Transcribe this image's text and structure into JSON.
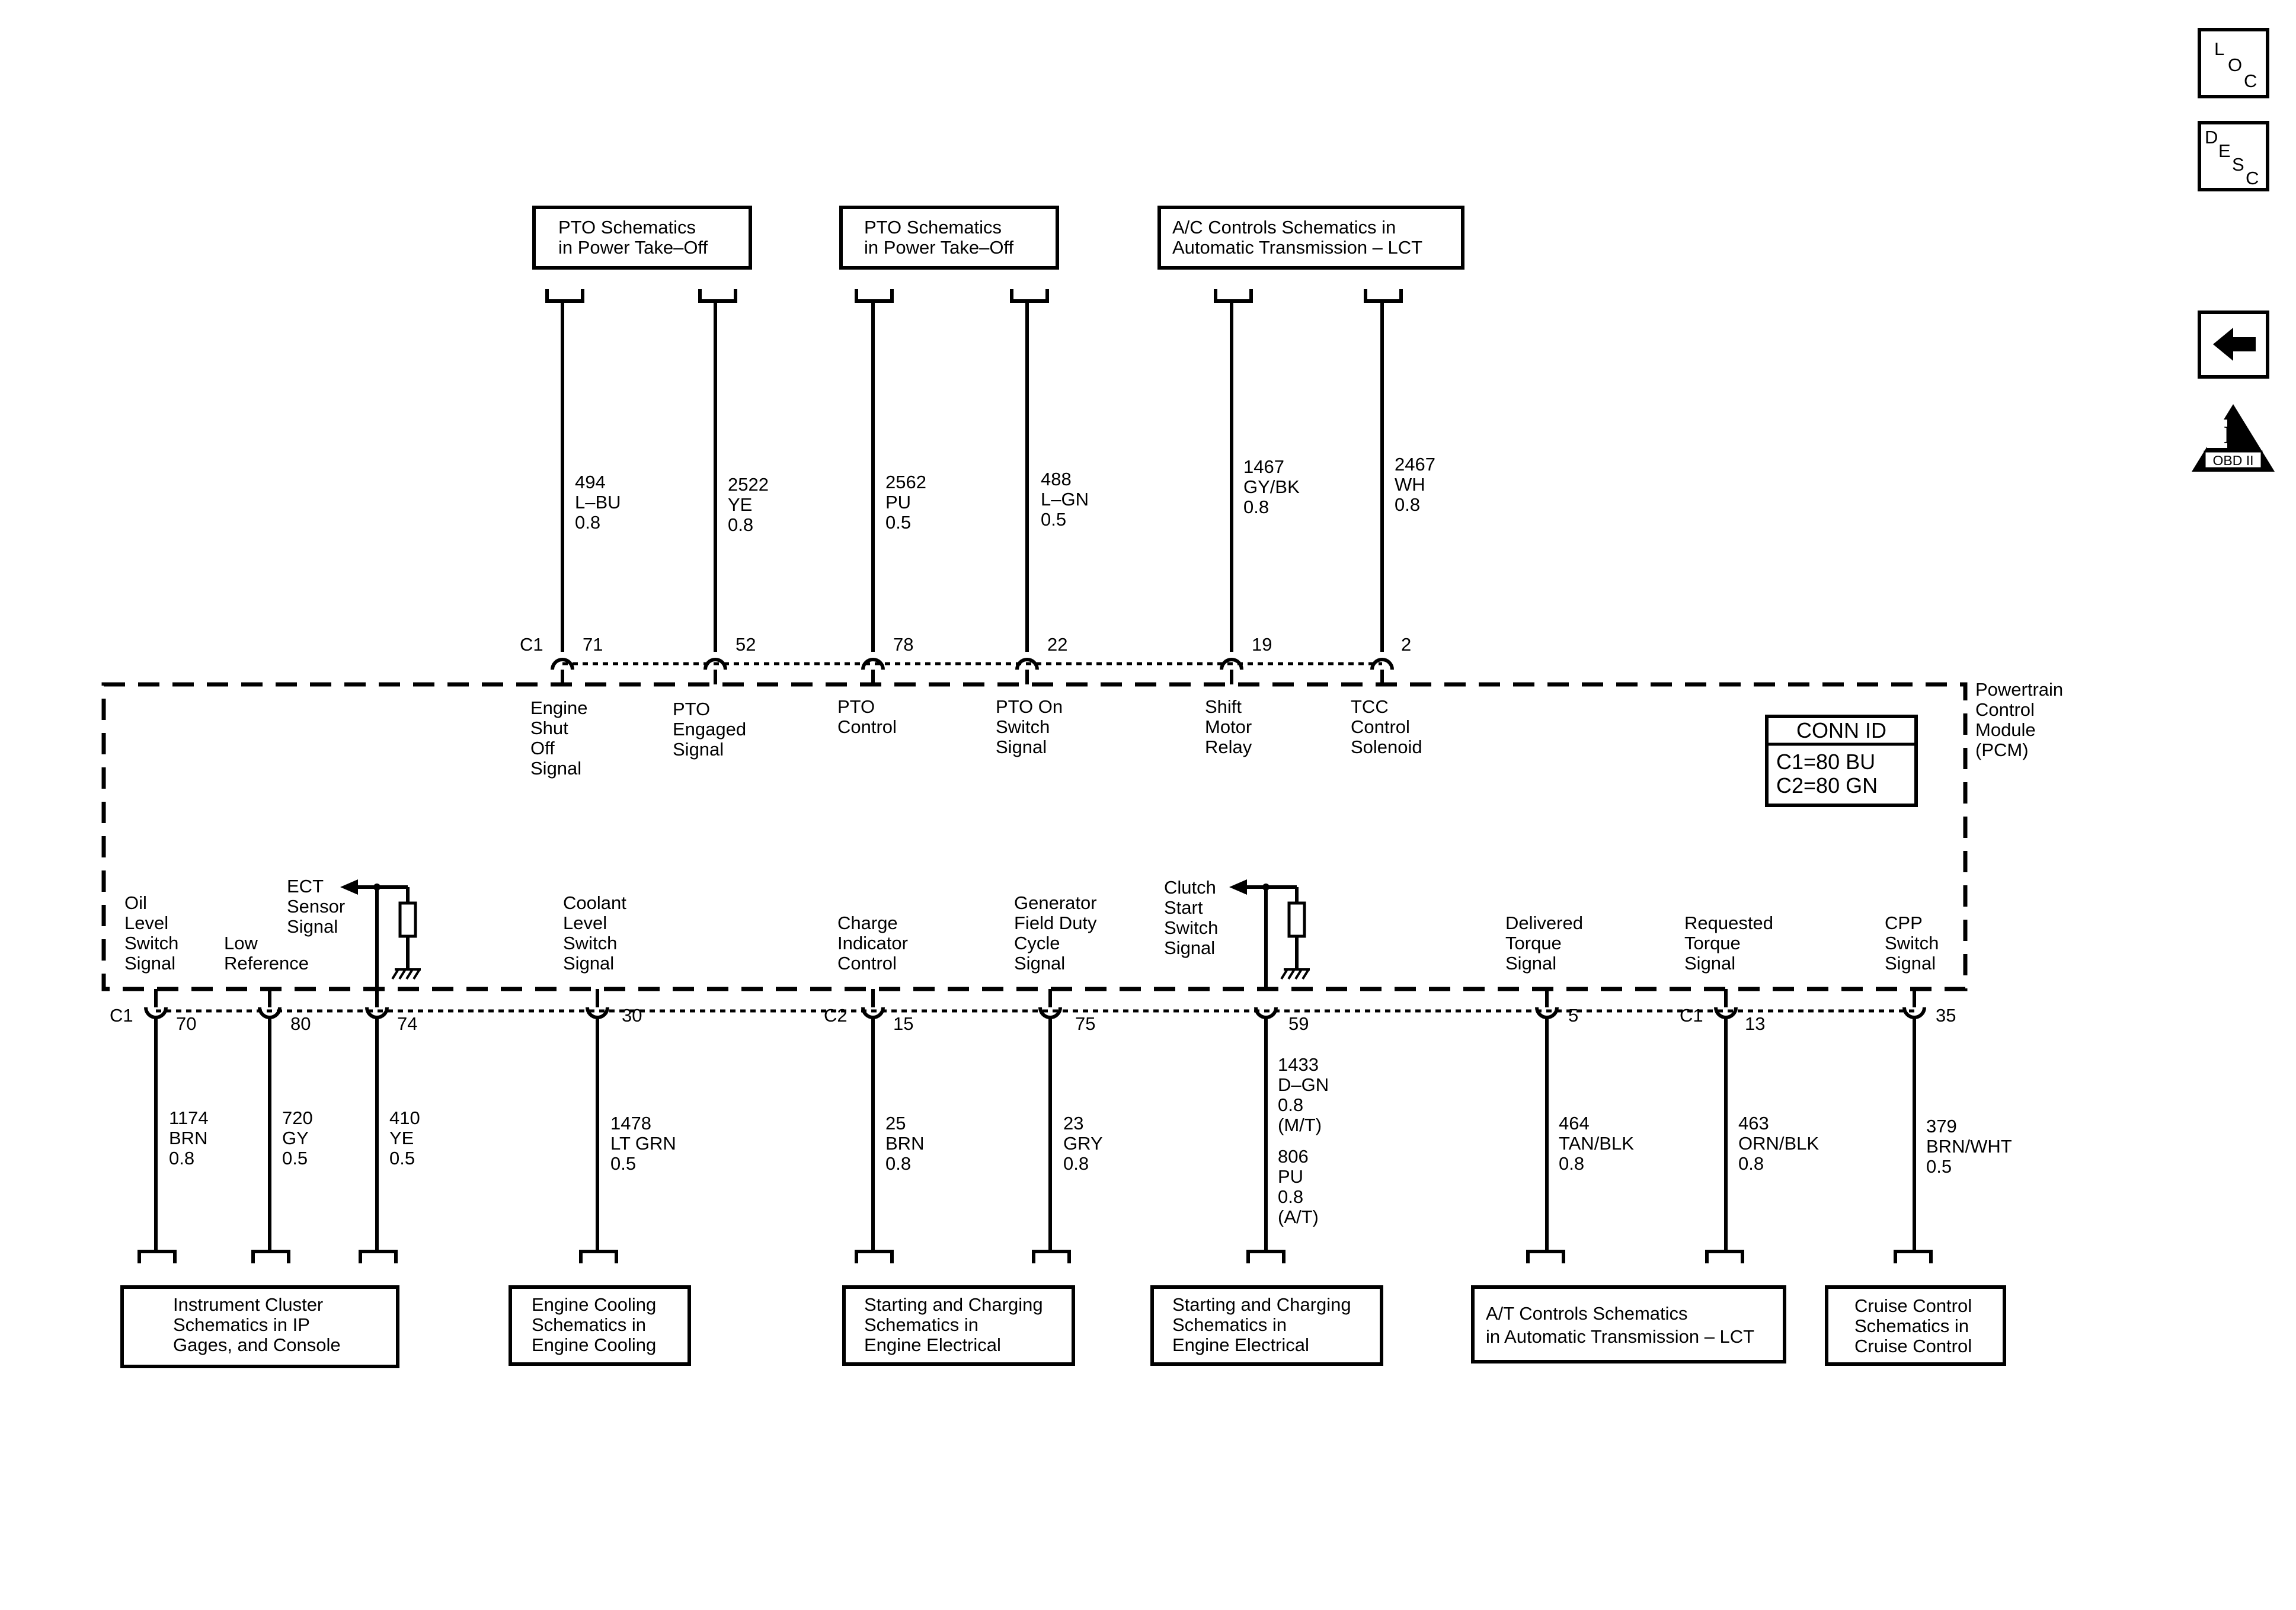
{
  "nav": {
    "loc": {
      "l1": "L",
      "l2": "O",
      "l3": "C"
    },
    "desc": {
      "l1": "D",
      "l2": "E",
      "l3": "S",
      "l4": "C"
    },
    "obd_numeral": "II",
    "obd_label": "OBD II"
  },
  "module": {
    "name": [
      "Powertrain",
      "Control",
      "Module",
      "(PCM)"
    ],
    "conn_id_title": "CONN ID",
    "conn_id_rows": [
      "C1=80 BU",
      "C2=80 GN"
    ]
  },
  "top_boxes": [
    {
      "lines": [
        "PTO Schematics",
        "in Power Take–Off"
      ]
    },
    {
      "lines": [
        "PTO Schematics",
        "in Power Take–Off"
      ]
    },
    {
      "lines": [
        "A/C Controls Schematics in",
        "Automatic Transmission – LCT"
      ]
    }
  ],
  "top_connector_label": "C1",
  "top_circuits": [
    {
      "pin": "71",
      "wire": [
        "494",
        "L–BU",
        "0.8"
      ],
      "signal": [
        "Engine",
        "Shut",
        "Off",
        "Signal"
      ]
    },
    {
      "pin": "52",
      "wire": [
        "2522",
        "YE",
        "0.8"
      ],
      "signal": [
        "PTO",
        "Engaged",
        "Signal"
      ]
    },
    {
      "pin": "78",
      "wire": [
        "2562",
        "PU",
        "0.5"
      ],
      "signal": [
        "PTO",
        "Control"
      ]
    },
    {
      "pin": "22",
      "wire": [
        "488",
        "L–GN",
        "0.5"
      ],
      "signal": [
        "PTO On",
        "Switch",
        "Signal"
      ]
    },
    {
      "pin": "19",
      "wire": [
        "1467",
        "GY/BK",
        "0.8"
      ],
      "signal": [
        "Shift",
        "Motor",
        "Relay"
      ]
    },
    {
      "pin": "2",
      "wire": [
        "2467",
        "WH",
        "0.8"
      ],
      "signal": [
        "TCC",
        "Control",
        "Solenoid"
      ]
    }
  ],
  "bottom_connector_labels": [
    "C1",
    "C2",
    "C1"
  ],
  "bottom_circuits": [
    {
      "pin": "70",
      "wire": [
        "1174",
        "BRN",
        "0.8"
      ],
      "signal": [
        "Oil",
        "Level",
        "Switch",
        "Signal"
      ]
    },
    {
      "pin": "80",
      "wire": [
        "720",
        "GY",
        "0.5"
      ],
      "signal": [
        "Low",
        "Reference"
      ]
    },
    {
      "pin": "74",
      "wire": [
        "410",
        "YE",
        "0.5"
      ],
      "signal": [
        "ECT",
        "Sensor",
        "Signal"
      ]
    },
    {
      "pin": "30",
      "wire": [
        "1478",
        "LT GRN",
        "0.5"
      ],
      "signal": [
        "Coolant",
        "Level",
        "Switch",
        "Signal"
      ]
    },
    {
      "pin": "15",
      "wire": [
        "25",
        "BRN",
        "0.8"
      ],
      "signal": [
        "Charge",
        "Indicator",
        "Control"
      ]
    },
    {
      "pin": "75",
      "wire": [
        "23",
        "GRY",
        "0.8"
      ],
      "signal": [
        "Generator",
        "Field Duty",
        "Cycle",
        "Signal"
      ]
    },
    {
      "pin": "59",
      "wire": [
        "1433",
        "D–GN",
        "0.8",
        "(M/T)",
        "806",
        "PU",
        "0.8",
        "(A/T)"
      ],
      "signal": [
        "Clutch",
        "Start",
        "Switch",
        "Signal"
      ]
    },
    {
      "pin": "5",
      "wire": [
        "464",
        "TAN/BLK",
        "0.8"
      ],
      "signal": [
        "Delivered",
        "Torque",
        "Signal"
      ]
    },
    {
      "pin": "13",
      "wire": [
        "463",
        "ORN/BLK",
        "0.8"
      ],
      "signal": [
        "Requested",
        "Torque",
        "Signal"
      ]
    },
    {
      "pin": "35",
      "wire": [
        "379",
        "BRN/WHT",
        "0.5"
      ],
      "signal": [
        "CPP",
        "Switch",
        "Signal"
      ]
    }
  ],
  "bottom_boxes": [
    {
      "lines": [
        "Instrument Cluster",
        "Schematics in IP",
        "Gages, and Console"
      ]
    },
    {
      "lines": [
        "Engine Cooling",
        "Schematics in",
        "Engine Cooling"
      ]
    },
    {
      "lines": [
        "Starting and Charging",
        "Schematics in",
        "Engine Electrical"
      ]
    },
    {
      "lines": [
        "Starting and Charging",
        "Schematics in",
        "Engine Electrical"
      ]
    },
    {
      "lines": [
        "A/T Controls Schematics",
        "in Automatic Transmission – LCT"
      ]
    },
    {
      "lines": [
        "Cruise Control",
        "Schematics in",
        "Cruise Control"
      ]
    }
  ]
}
